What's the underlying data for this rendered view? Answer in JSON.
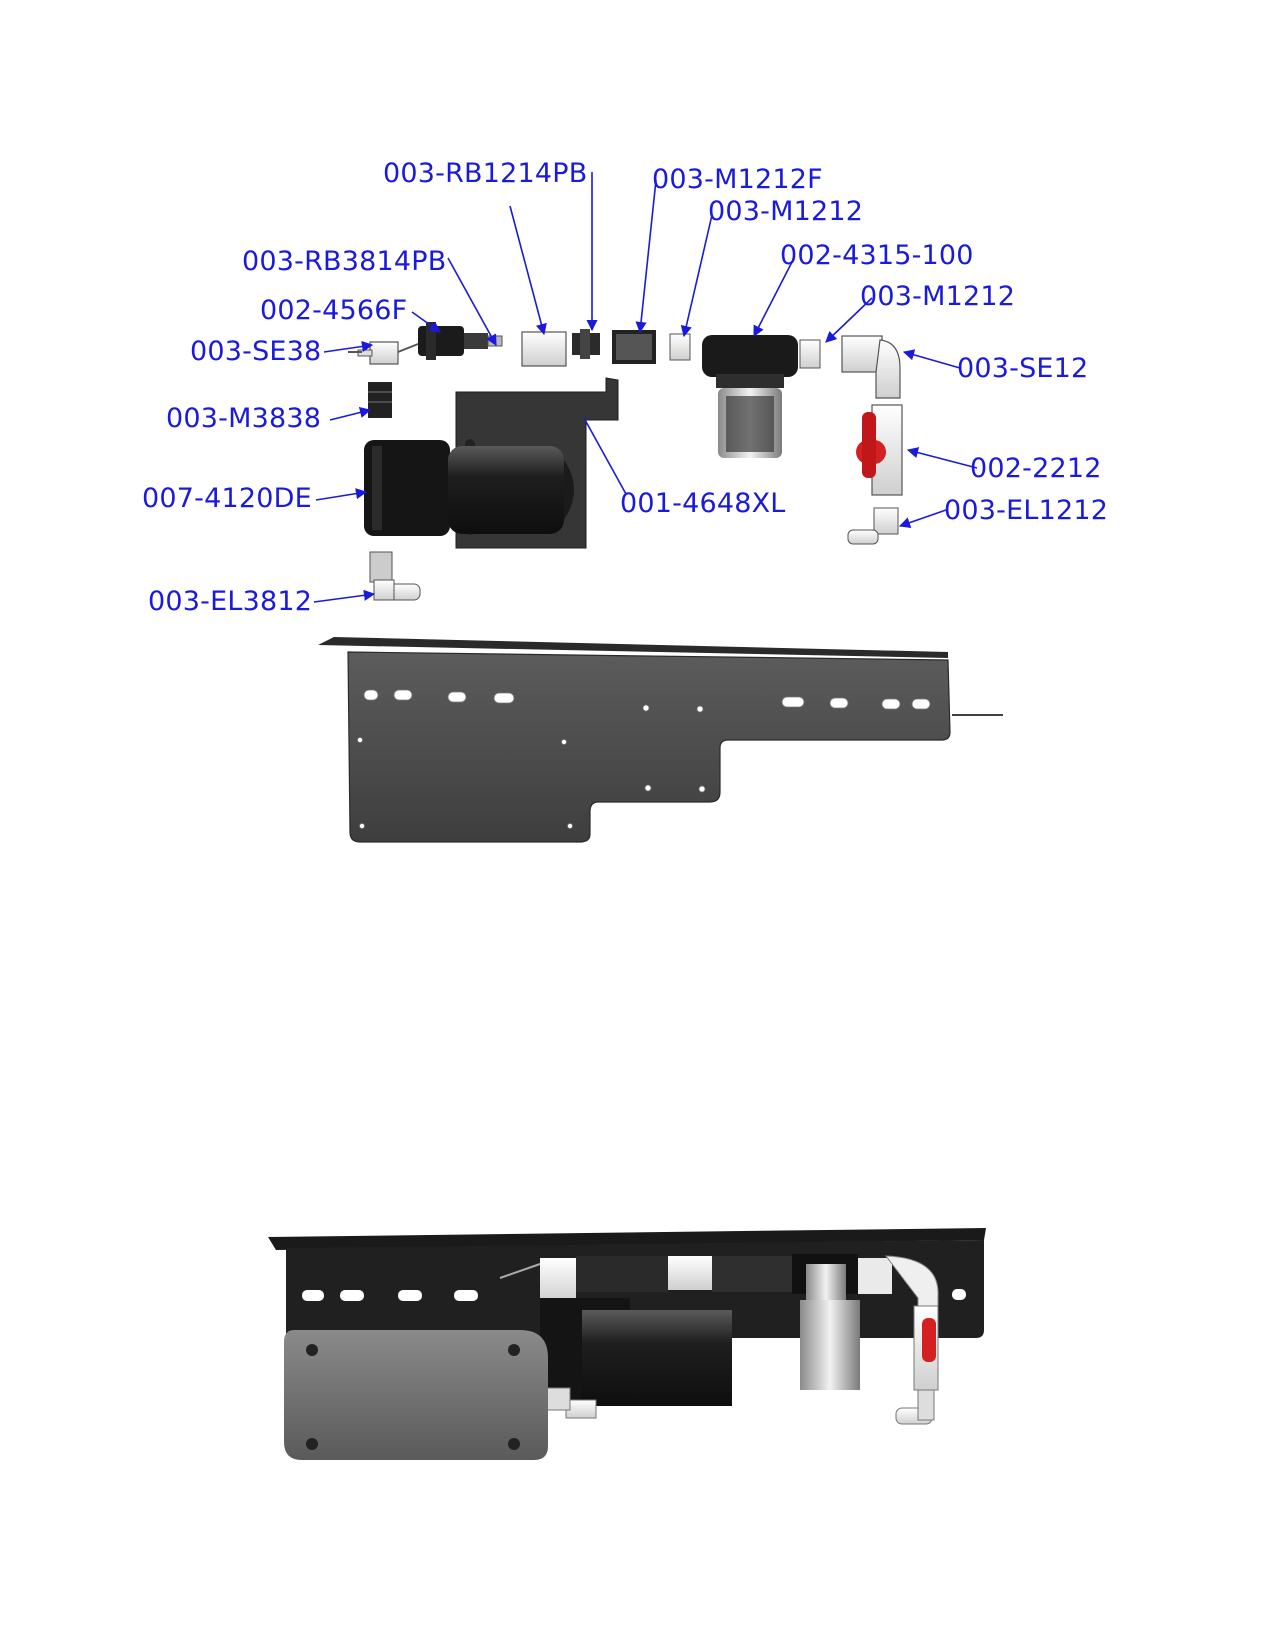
{
  "labels": {
    "rb1214pb": "003-RB1214PB",
    "m1212f": "003-M1212F",
    "m1212_top": "003-M1212",
    "rb3814pb": "003-RB3814PB",
    "filter": "002-4315-100",
    "check_valve": "002-4566F",
    "m1212_right": "003-M1212",
    "se38": "003-SE38",
    "se12": "003-SE12",
    "m3838": "003-M3838",
    "ball_valve": "002-2212",
    "pump": "007-4120DE",
    "bracket": "001-4648XL",
    "el1212": "003-EL1212",
    "el3812": "003-EL3812"
  },
  "colors": {
    "callout": "#1a1adc",
    "metal": "#3a3a3a",
    "pvc": "#f2f2f2",
    "valve_handle": "#d42020"
  }
}
